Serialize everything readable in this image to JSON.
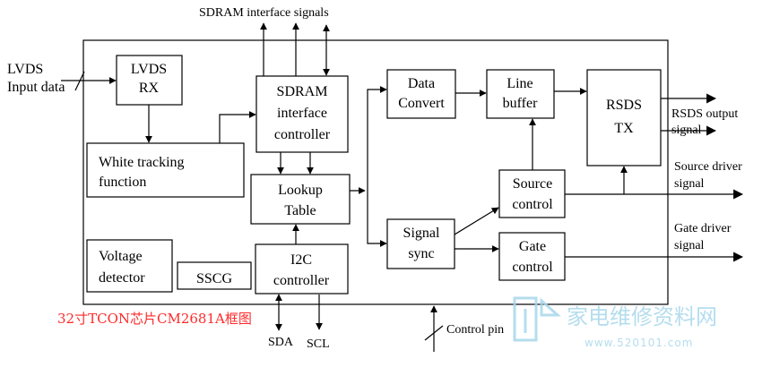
{
  "top_signal_label": "SDRAM interface signals",
  "lvds_input": {
    "line1": "LVDS",
    "line2": "Input data"
  },
  "blocks": {
    "lvds_rx": {
      "line1": "LVDS",
      "line2": "RX"
    },
    "white_tracking": {
      "line1": "White tracking",
      "line2": "function"
    },
    "sdram_ctrl": {
      "line1": "SDRAM",
      "line2": "interface",
      "line3": "controller"
    },
    "lookup": {
      "line1": "Lookup",
      "line2": "Table"
    },
    "i2c": {
      "line1": "I2C",
      "line2": "controller"
    },
    "voltage": {
      "line1": "Voltage",
      "line2": "detector"
    },
    "sscg": {
      "line1": "SSCG"
    },
    "data_convert": {
      "line1": "Data",
      "line2": "Convert"
    },
    "line_buffer": {
      "line1": "Line",
      "line2": "buffer"
    },
    "rsds_tx": {
      "line1": "RSDS",
      "line2": "TX"
    },
    "signal_sync": {
      "line1": "Signal",
      "line2": "sync"
    },
    "source_ctrl": {
      "line1": "Source",
      "line2": "control"
    },
    "gate_ctrl": {
      "line1": "Gate",
      "line2": "control"
    }
  },
  "outputs": {
    "rsds": {
      "line1": "RSDS output",
      "line2": "signal"
    },
    "source": {
      "line1": "Source driver",
      "line2": "signal"
    },
    "gate": {
      "line1": "Gate driver",
      "line2": "signal"
    }
  },
  "pins": {
    "sda": "SDA",
    "scl": "SCL",
    "control": "Control pin"
  },
  "caption": "32寸TCON芯片CM2681A框图",
  "watermark": {
    "text": "家电维修资料网",
    "url": "www.520101.com"
  },
  "colors": {
    "caption": "#ff2a2a",
    "watermark": "#a8d8ec"
  }
}
